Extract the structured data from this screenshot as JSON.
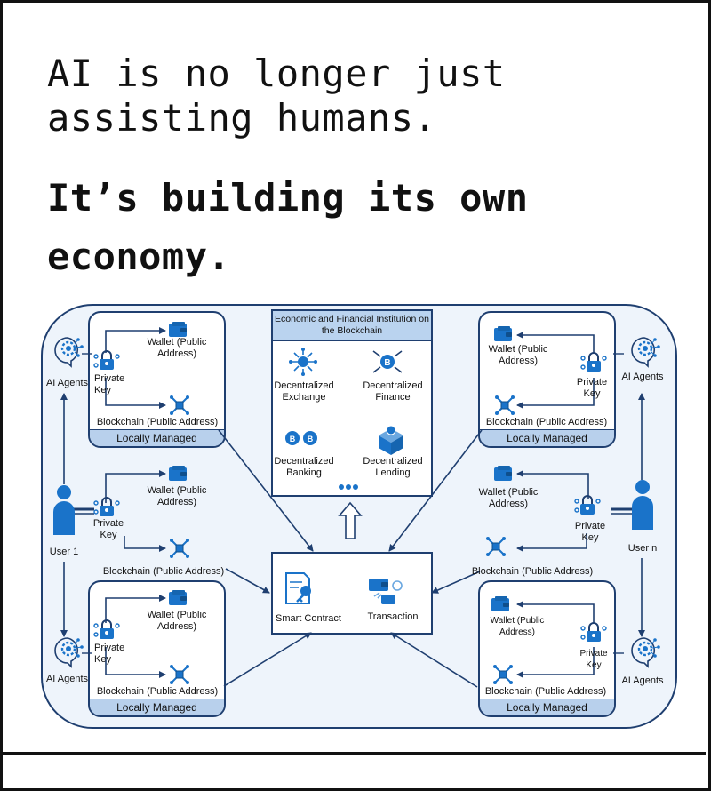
{
  "headline": {
    "line1": "AI is no longer just assisting humans.",
    "line2": "It’s building its own economy."
  },
  "labels": {
    "ai_agents": "AI Agents",
    "user_1": "User 1",
    "user_n": "User n",
    "wallet_public_address": "Wallet (Public Address)",
    "private_key": "Private Key",
    "blockchain_public_address": "Blockchain (Public Address)",
    "locally_managed": "Locally Managed",
    "smart_contract": "Smart Contract",
    "transaction": "Transaction"
  },
  "institution": {
    "title": "Economic and Financial Institution on the Blockchain",
    "items": [
      "Decentralized Exchange",
      "Decentralized Finance",
      "Decentralized Banking",
      "Decentralized Lending"
    ]
  },
  "colors": {
    "primary_blue": "#1a73c9",
    "dark_navy": "#1f3f70",
    "light_bg": "#eef4fb",
    "header_blue": "#bad3ef"
  }
}
